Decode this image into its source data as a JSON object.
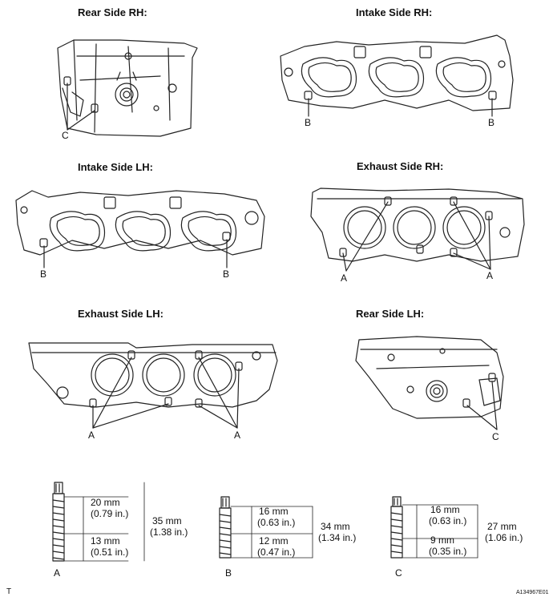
{
  "views": {
    "rear_rh": "Rear Side RH:",
    "intake_rh": "Intake Side RH:",
    "intake_lh": "Intake Side LH:",
    "exhaust_rh": "Exhaust Side RH:",
    "exhaust_lh": "Exhaust Side LH:",
    "rear_lh": "Rear Side LH:"
  },
  "callouts": {
    "a": "A",
    "b": "B",
    "c": "C"
  },
  "studs": {
    "a": {
      "label": "A",
      "upper_mm": "20 mm",
      "upper_in": "(0.79 in.)",
      "lower_mm": "13 mm",
      "lower_in": "(0.51 in.)",
      "total_mm": "35 mm",
      "total_in": "(1.38 in.)"
    },
    "b": {
      "label": "B",
      "upper_mm": "16 mm",
      "upper_in": "(0.63 in.)",
      "lower_mm": "12 mm",
      "lower_in": "(0.47 in.)",
      "total_mm": "34 mm",
      "total_in": "(1.34 in.)"
    },
    "c": {
      "label": "C",
      "upper_mm": "16 mm",
      "upper_in": "(0.63 in.)",
      "lower_mm": "9 mm",
      "lower_in": "(0.35 in.)",
      "total_mm": "27 mm",
      "total_in": "(1.06 in.)"
    }
  },
  "corner_mark": "T",
  "figure_id": "A134967E01"
}
